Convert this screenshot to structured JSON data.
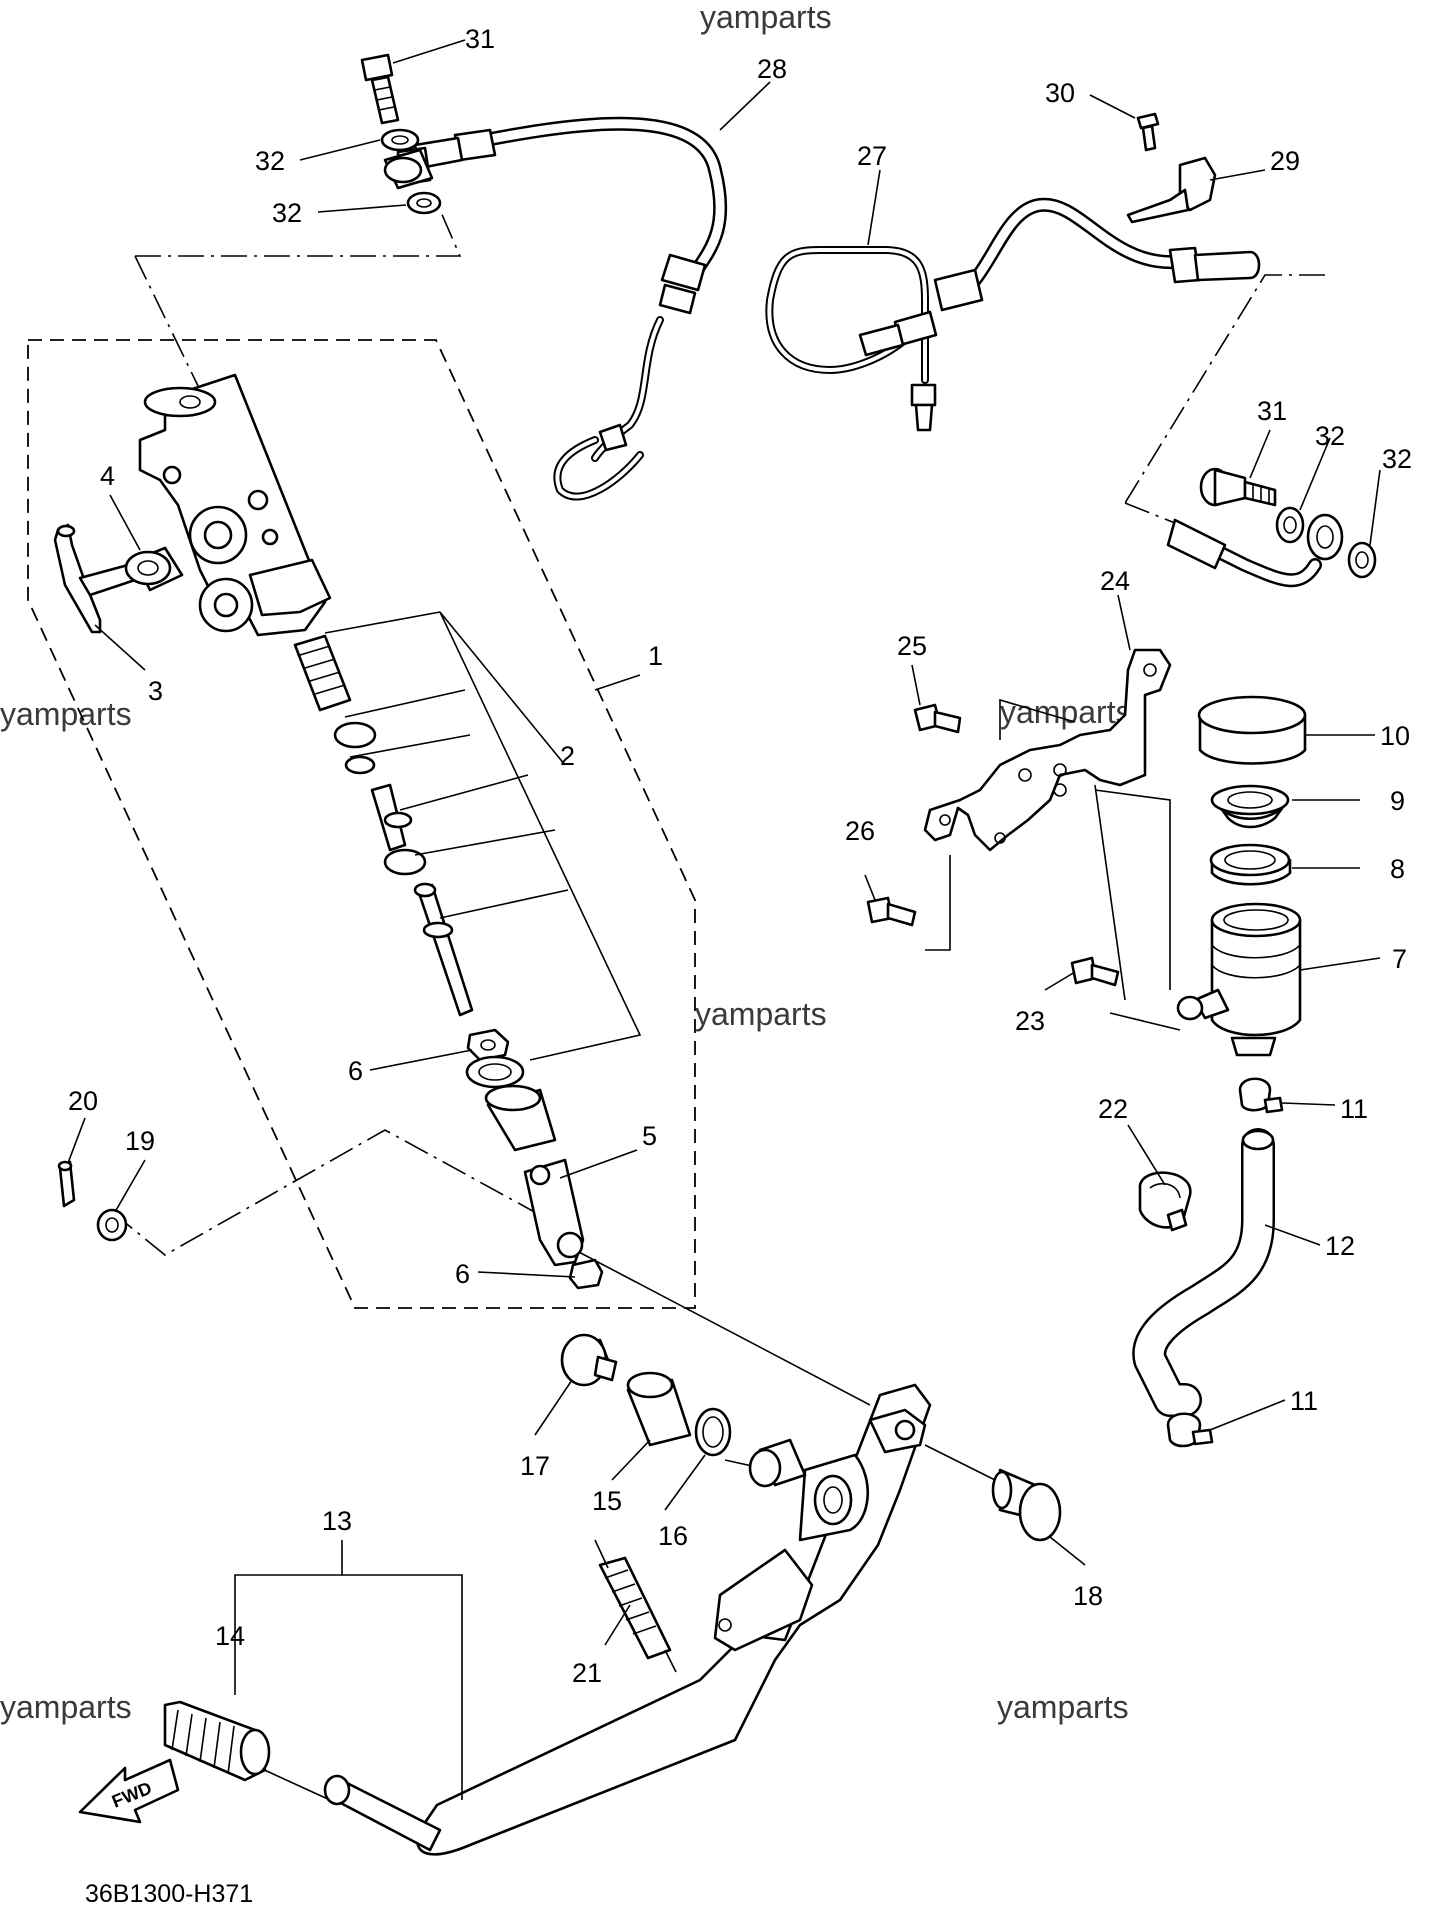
{
  "diagram": {
    "code": "36B1300-H371",
    "fwd_label": "FWD",
    "watermark": "yamparts",
    "callouts": {
      "n1": "1",
      "n2": "2",
      "n3": "3",
      "n4": "4",
      "n5": "5",
      "n6a": "6",
      "n6b": "6",
      "n7": "7",
      "n8": "8",
      "n9": "9",
      "n10": "10",
      "n11a": "11",
      "n11b": "11",
      "n12": "12",
      "n13": "13",
      "n14": "14",
      "n15": "15",
      "n16": "16",
      "n17": "17",
      "n18": "18",
      "n19": "19",
      "n20": "20",
      "n21": "21",
      "n22": "22",
      "n23": "23",
      "n24": "24",
      "n25": "25",
      "n26": "26",
      "n27": "27",
      "n28": "28",
      "n29": "29",
      "n30": "30",
      "n31a": "31",
      "n31b": "31",
      "n32a": "32",
      "n32b": "32",
      "n32c": "32",
      "n32d": "32"
    }
  }
}
